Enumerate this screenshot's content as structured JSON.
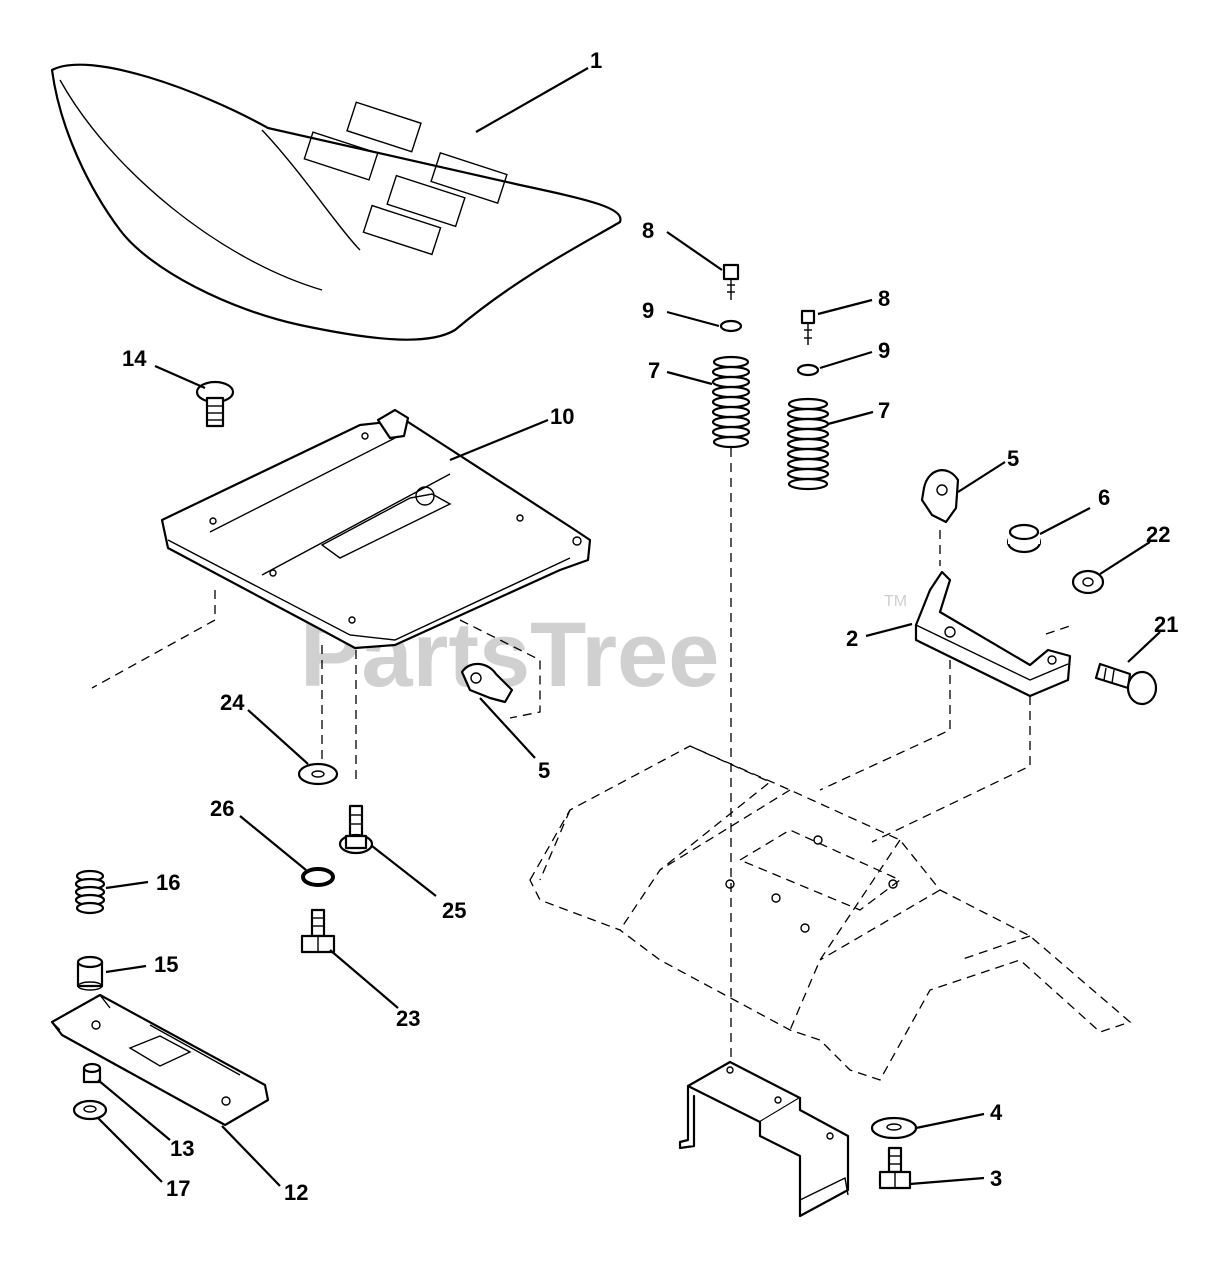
{
  "watermark": {
    "text": "PartsTree",
    "tm": "TM"
  },
  "callouts": [
    {
      "id": "c1",
      "label": "1"
    },
    {
      "id": "c14",
      "label": "14"
    },
    {
      "id": "c10",
      "label": "10"
    },
    {
      "id": "c8a",
      "label": "8"
    },
    {
      "id": "c9a",
      "label": "9"
    },
    {
      "id": "c7a",
      "label": "7"
    },
    {
      "id": "c8b",
      "label": "8"
    },
    {
      "id": "c9b",
      "label": "9"
    },
    {
      "id": "c7b",
      "label": "7"
    },
    {
      "id": "c5a",
      "label": "5"
    },
    {
      "id": "c6",
      "label": "6"
    },
    {
      "id": "c22",
      "label": "22"
    },
    {
      "id": "c2",
      "label": "2"
    },
    {
      "id": "c21",
      "label": "21"
    },
    {
      "id": "c5b",
      "label": "5"
    },
    {
      "id": "c24",
      "label": "24"
    },
    {
      "id": "c26",
      "label": "26"
    },
    {
      "id": "c25",
      "label": "25"
    },
    {
      "id": "c16",
      "label": "16"
    },
    {
      "id": "c15",
      "label": "15"
    },
    {
      "id": "c23",
      "label": "23"
    },
    {
      "id": "c13",
      "label": "13"
    },
    {
      "id": "c17",
      "label": "17"
    },
    {
      "id": "c12",
      "label": "12"
    },
    {
      "id": "c4",
      "label": "4"
    },
    {
      "id": "c3",
      "label": "3"
    }
  ]
}
